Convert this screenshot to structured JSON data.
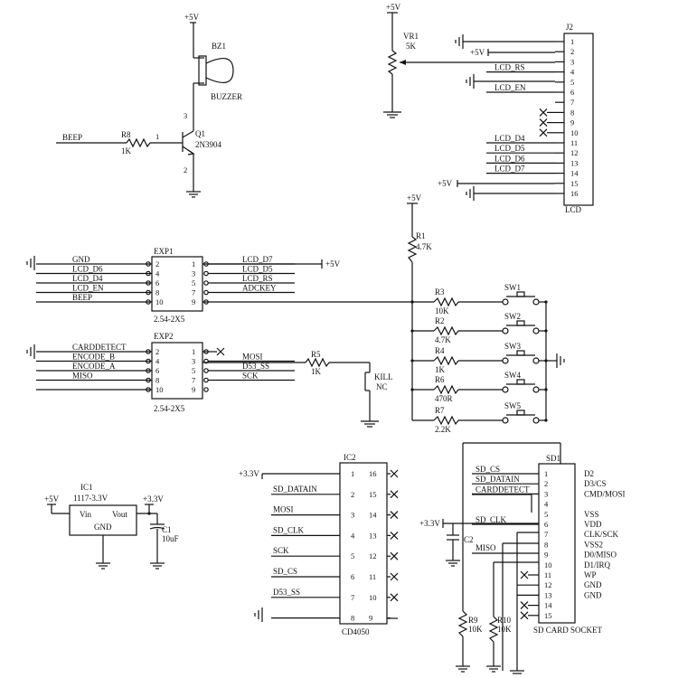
{
  "labels": {
    "bz1_vcc": "+5V",
    "bz1_ref": "BZ1",
    "bz1_val": "BUZZER",
    "q1_ref": "Q1",
    "q1_val": "2N3904",
    "q1_p1": "1",
    "q1_p2": "2",
    "q1_p3": "3",
    "beep_net": "BEEP",
    "r8_ref": "R8",
    "r8_val": "1K",
    "vr1_vcc": "+5V",
    "vr1_ref": "VR1",
    "vr1_val": "5K",
    "j2_ref": "J2",
    "j2_val": "LCD",
    "j2_vcc1": "+5V",
    "j2_vcc2": "+5V",
    "r1_vcc": "+5V",
    "r1_ref": "R1",
    "r1_val": "4.7K",
    "exp1_ref": "EXP1",
    "exp1_val": "2.54-2X5",
    "exp1_vcc": "+5V",
    "exp2_ref": "EXP2",
    "exp2_val": "2.54-2X5",
    "r5_ref": "R5",
    "r5_val": "1K",
    "kill_label": "KILL",
    "kill_nc": "NC",
    "ic1_ref": "IC1",
    "ic1_val": "1117-3.3V",
    "ic1_vin": "Vin",
    "ic1_vout": "Vout",
    "ic1_gnd": "GND",
    "ic1_in": "+5V",
    "ic1_out": "+3.3V",
    "c1_ref": "C1",
    "c1_val": "10uF",
    "ic2_ref": "IC2",
    "ic2_val": "CD4050",
    "ic2_vcc": "+3.3V",
    "sd1_ref": "SD1",
    "sd1_val": "SD CARD SOCKET",
    "sd1_vcc": "+3.3V",
    "c2_ref": "C2",
    "r9_ref": "R9",
    "r9_val": "10K",
    "r10_ref": "R10",
    "r10_val": "10K",
    "cd_c2_miso": "MISO"
  },
  "j2_pins": [
    "1",
    "2",
    "3",
    "4",
    "5",
    "6",
    "7",
    "8",
    "9",
    "10",
    "11",
    "12",
    "13",
    "14",
    "15",
    "16"
  ],
  "j2_nets": [
    {
      "pin": 4,
      "label": "LCD_RS"
    },
    {
      "pin": 6,
      "label": "LCD_EN"
    },
    {
      "pin": 11,
      "label": "LCD_D4"
    },
    {
      "pin": 12,
      "label": "LCD_D5"
    },
    {
      "pin": 13,
      "label": "LCD_D6"
    },
    {
      "pin": 14,
      "label": "LCD_D7"
    }
  ],
  "exp1": {
    "left": [
      {
        "pin": "2",
        "net": "GND"
      },
      {
        "pin": "4",
        "net": "LCD_D6"
      },
      {
        "pin": "6",
        "net": "LCD_D4"
      },
      {
        "pin": "8",
        "net": "LCD_EN"
      },
      {
        "pin": "10",
        "net": "BEEP"
      }
    ],
    "right": [
      {
        "pin": "1",
        "net": "LCD_D7"
      },
      {
        "pin": "3",
        "net": "LCD_D5"
      },
      {
        "pin": "5",
        "net": "LCD_RS"
      },
      {
        "pin": "7",
        "net": "ADCKEY"
      },
      {
        "pin": "9",
        "net": ""
      }
    ]
  },
  "exp2": {
    "left": [
      {
        "pin": "2",
        "net": "CARDDETECT"
      },
      {
        "pin": "4",
        "net": "ENCODE_B"
      },
      {
        "pin": "6",
        "net": "ENCODE_A"
      },
      {
        "pin": "8",
        "net": "MISO"
      },
      {
        "pin": "10",
        "net": ""
      }
    ],
    "right": [
      {
        "pin": "1",
        "net": ""
      },
      {
        "pin": "3",
        "net": "MOSI"
      },
      {
        "pin": "5",
        "net": "D53_SS"
      },
      {
        "pin": "7",
        "net": "SCK"
      },
      {
        "pin": "9",
        "net": ""
      }
    ]
  },
  "switch_ladder": [
    {
      "res": "R3",
      "val": "10K",
      "sw": "SW1"
    },
    {
      "res": "R2",
      "val": "4.7K",
      "sw": "SW2"
    },
    {
      "res": "R4",
      "val": "1K",
      "sw": "SW3"
    },
    {
      "res": "R6",
      "val": "470R",
      "sw": "SW4"
    },
    {
      "res": "R7",
      "val": "2.2K",
      "sw": "SW5"
    }
  ],
  "ic2": {
    "left": [
      {
        "pin": "1",
        "net": "+3.3V"
      },
      {
        "pin": "2",
        "net": "SD_DATAIN"
      },
      {
        "pin": "3",
        "net": "MOSI"
      },
      {
        "pin": "4",
        "net": "SD_CLK"
      },
      {
        "pin": "5",
        "net": "SCK"
      },
      {
        "pin": "6",
        "net": "SD_CS"
      },
      {
        "pin": "7",
        "net": "D53_SS"
      },
      {
        "pin": "8",
        "net": ""
      }
    ],
    "right": [
      "16",
      "15",
      "14",
      "13",
      "12",
      "11",
      "10",
      "9"
    ]
  },
  "sd1": {
    "pins": [
      "1",
      "2",
      "3",
      "4",
      "5",
      "6",
      "7",
      "8",
      "9",
      "10",
      "11",
      "12",
      "13",
      "14",
      "15"
    ],
    "names": [
      "D2",
      "D3/CS",
      "CMD/MOSI",
      "",
      "VSS",
      "VDD",
      "CLK/SCK",
      "VSS2",
      "D0/MISO",
      "D1/IRQ",
      "WP",
      "GND",
      "GND",
      "",
      ""
    ],
    "nets": [
      {
        "pin": 1,
        "label": "SD_CS"
      },
      {
        "pin": 2,
        "label": "SD_DATAIN"
      },
      {
        "pin": 3,
        "label": "CARDDETECT"
      },
      {
        "pin": 6,
        "label": "SD_CLK"
      }
    ]
  }
}
